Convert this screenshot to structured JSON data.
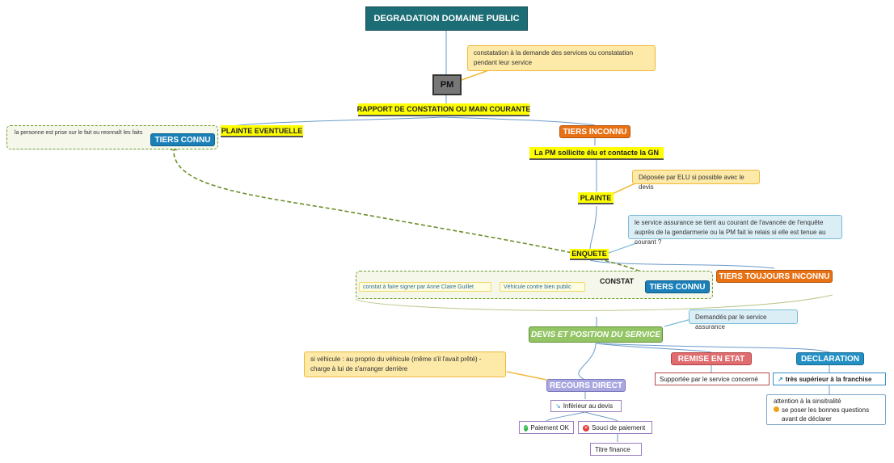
{
  "root": {
    "title": "DEGRADATION DOMAINE PUBLIC"
  },
  "pm": {
    "label": "PM",
    "note": "constatation à la demande des services ou constatation pendant leur service"
  },
  "rapport": {
    "label": "RAPPORT DE CONSTATION OU MAIN COURANTE"
  },
  "plainte_eventuelle": {
    "label": "PLAINTE EVENTUELLE"
  },
  "tiers_connu_left": {
    "label": "TIERS CONNU",
    "note": "la personne est prise sur le fait ou reonnaît les faits"
  },
  "tiers_inconnu": {
    "label": "TIERS INCONNU"
  },
  "pm_sollicite": {
    "label": "La PM sollicite élu et contacte la GN"
  },
  "deposee": {
    "label": "Déposée par ELU si possible avec le devis"
  },
  "plainte": {
    "label": "PLAINTE"
  },
  "assurance_note": {
    "label": "le service assurance se tient au courant de l'avancée de l'enquête auprès de la gendarmerie ou la PM fait le relais si elle est tenue au courant ?"
  },
  "enquete": {
    "label": "ENQUETE"
  },
  "constat_group": {
    "constat_label": "CONSTAT",
    "item1": "constat à faire signer par Anne Claire Guillet",
    "item2": "Véhicule contre bien public",
    "tiers_connu": "TIERS CONNU"
  },
  "tiers_toujours": {
    "label": "TIERS TOUJOURS INCONNU"
  },
  "demandes": {
    "label": "Demandés par le service assurance"
  },
  "devis": {
    "label": "DEVIS ET POSITION DU SERVICE"
  },
  "vehicule_note": {
    "label": "si véhicule : au proprio du véhicule (même s'il l'avait prêté) - charge à lui de s'arranger derrière"
  },
  "remise": {
    "label": "REMISE EN ETAT",
    "sub": "Supportée par le service concerné"
  },
  "declaration": {
    "label": "DECLARATION",
    "sub": "très supérieur à la franchise",
    "note_line1": "attention à la sinsitralité",
    "note_line2": "se poser les bonnes questions avant de déclarer"
  },
  "recours": {
    "label": "RECOURS DIRECT",
    "inferieur": "Inférieur au devis",
    "paiement_ok": "Paiement OK",
    "souci": "Souci de paiement",
    "titre": "Titre finance"
  },
  "colors": {
    "root": "#1c6d75",
    "blue": "#1b80b8",
    "orange": "#e87114",
    "green": "#93c565",
    "red": "#e06c6f",
    "purple": "#a9a6e0",
    "yellow": "#ffff00"
  }
}
